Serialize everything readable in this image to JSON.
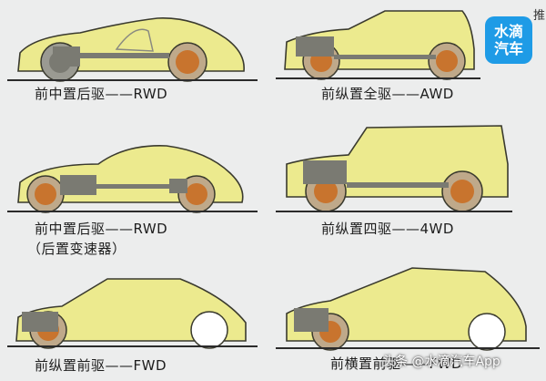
{
  "layouts": [
    {
      "caption": "前中置后驱——RWD"
    },
    {
      "caption": "前纵置全驱——AWD"
    },
    {
      "caption": "前中置后驱——RWD",
      "sub_caption": "（后置变速器）"
    },
    {
      "caption": "前纵置四驱——4WD"
    },
    {
      "caption": "前纵置前驱——FWD"
    },
    {
      "caption": "前横置前驱——FWD"
    }
  ],
  "brand_badge": {
    "line1": "水滴",
    "line2": "汽车"
  },
  "watermark": "头条 @水滴汽车App",
  "edge_char": "推",
  "colors": {
    "background": "#eceded",
    "car_body": "#ecea8e",
    "car_outline": "#3a3a2e",
    "tire": "#bfa98a",
    "wheel_hub": "#c8742e",
    "drivetrain": "#7a7a72",
    "badge": "#1e9be6",
    "ground": "#2b2b2b"
  }
}
